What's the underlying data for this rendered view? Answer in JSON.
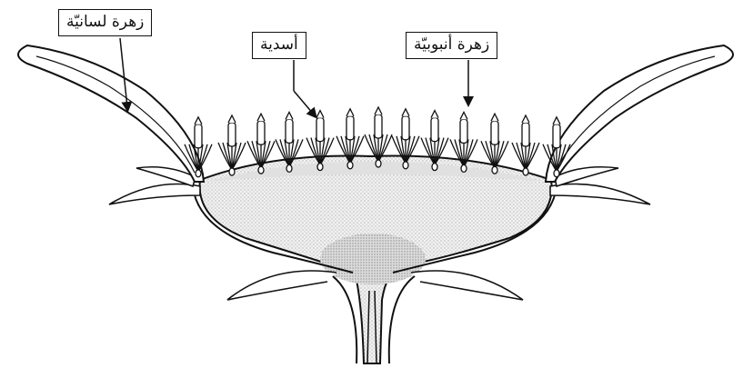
{
  "labels": {
    "ray_floret": "زهرة لسانيّة",
    "stamens": "أسدية",
    "tubular_floret": "زهرة أنبوبيّة"
  },
  "colors": {
    "line": "#111111",
    "receptacle_fill": "#e6e6e6",
    "dark_fill": "#d2d2d2"
  }
}
